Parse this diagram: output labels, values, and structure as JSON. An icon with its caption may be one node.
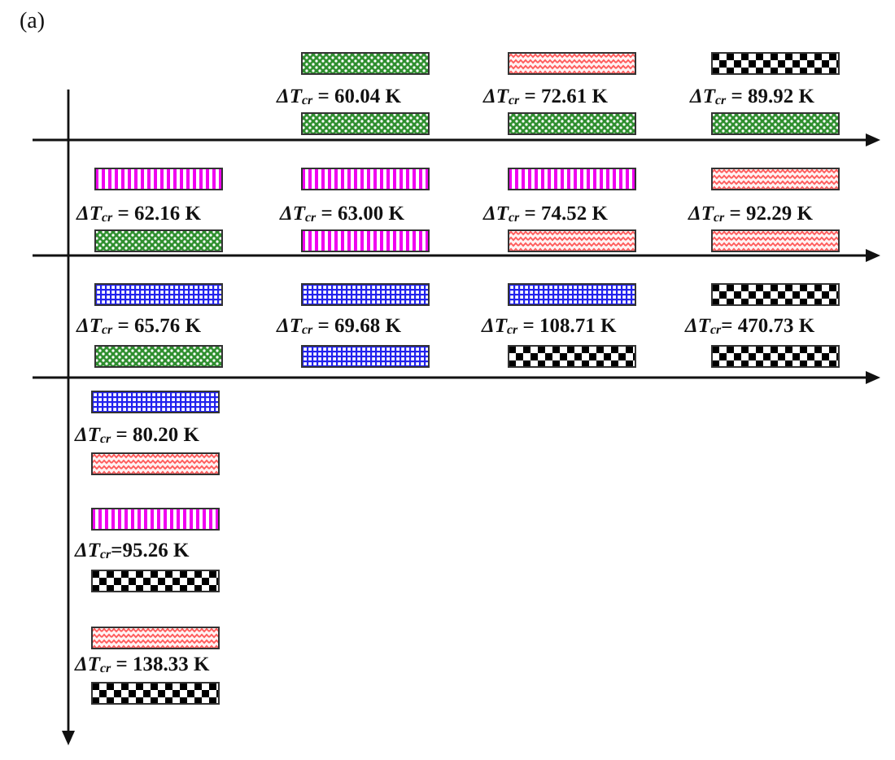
{
  "diagram": {
    "nodes": [
      {
        "text": [],
        "shape": "bar"
      },
      {
        "text": [],
        "shape": "bar"
      },
      {
        "text": [],
        "shape": "bar"
      },
      {
        "text": [],
        "shape": "bar"
      },
      {
        "text": [],
        "shape": "bar"
      },
      {
        "text": [],
        "shape": "bar"
      },
      {
        "text": [],
        "shape": "bar"
      },
      {
        "text": [],
        "shape": "bar"
      },
      {
        "text": [],
        "shape": "bar"
      },
      {
        "text": [],
        "shape": "bar"
      },
      {
        "text": [],
        "shape": "bar"
      },
      {
        "text": [],
        "shape": "bar"
      },
      {
        "text": [],
        "shape": "bar"
      },
      {
        "text": [],
        "shape": "bar"
      },
      {
        "text": [],
        "shape": "bar"
      },
      {
        "text": [],
        "shape": "bar"
      },
      {
        "text": [],
        "shape": "bar"
      },
      {
        "text": [],
        "shape": "bar"
      },
      {
        "text": [],
        "shape": "bar"
      },
      {
        "text": [],
        "shape": "bar"
      },
      {
        "text": [],
        "shape": "bar"
      },
      {
        "text": [],
        "shape": "bar"
      },
      {
        "text": [],
        "shape": "bar"
      },
      {
        "text": [],
        "shape": "bar"
      },
      {
        "text": [],
        "shape": "bar"
      },
      {
        "text": [],
        "shape": "bar"
      },
      {
        "text": [],
        "shape": "bar"
      },
      {
        "text": [],
        "shape": "bar"
      }
    ],
    "labels": [
      "(a)",
      "*ΔT*$_{cr}$ = 60.04 K",
      "*ΔT*$_{cr}$ = 72.61 K",
      "*ΔT*$_{cr}$ = 89.92 K",
      "*ΔT*$_{cr}$ = 62.16 K",
      "*ΔT*$_{cr}$ = 63.00 K",
      "*ΔT*$_{cr}$ = 74.52 K",
      "*ΔT*$_{cr}$ = 92.29 K",
      "*ΔT*$_{cr}$ = 65.76 K",
      "*ΔT*$_{cr}$ = 69.68 K",
      "*ΔT*$_{cr}$ = 108.71 K",
      "*ΔT*$_{cr}$= 470.73 K",
      "*ΔT*$_{cr}$ = 80.20 K",
      "*ΔT*$_{cr}$=95.26 K",
      "*ΔT*$_{cr}$ = 138.33 K"
    ]
  }
}
